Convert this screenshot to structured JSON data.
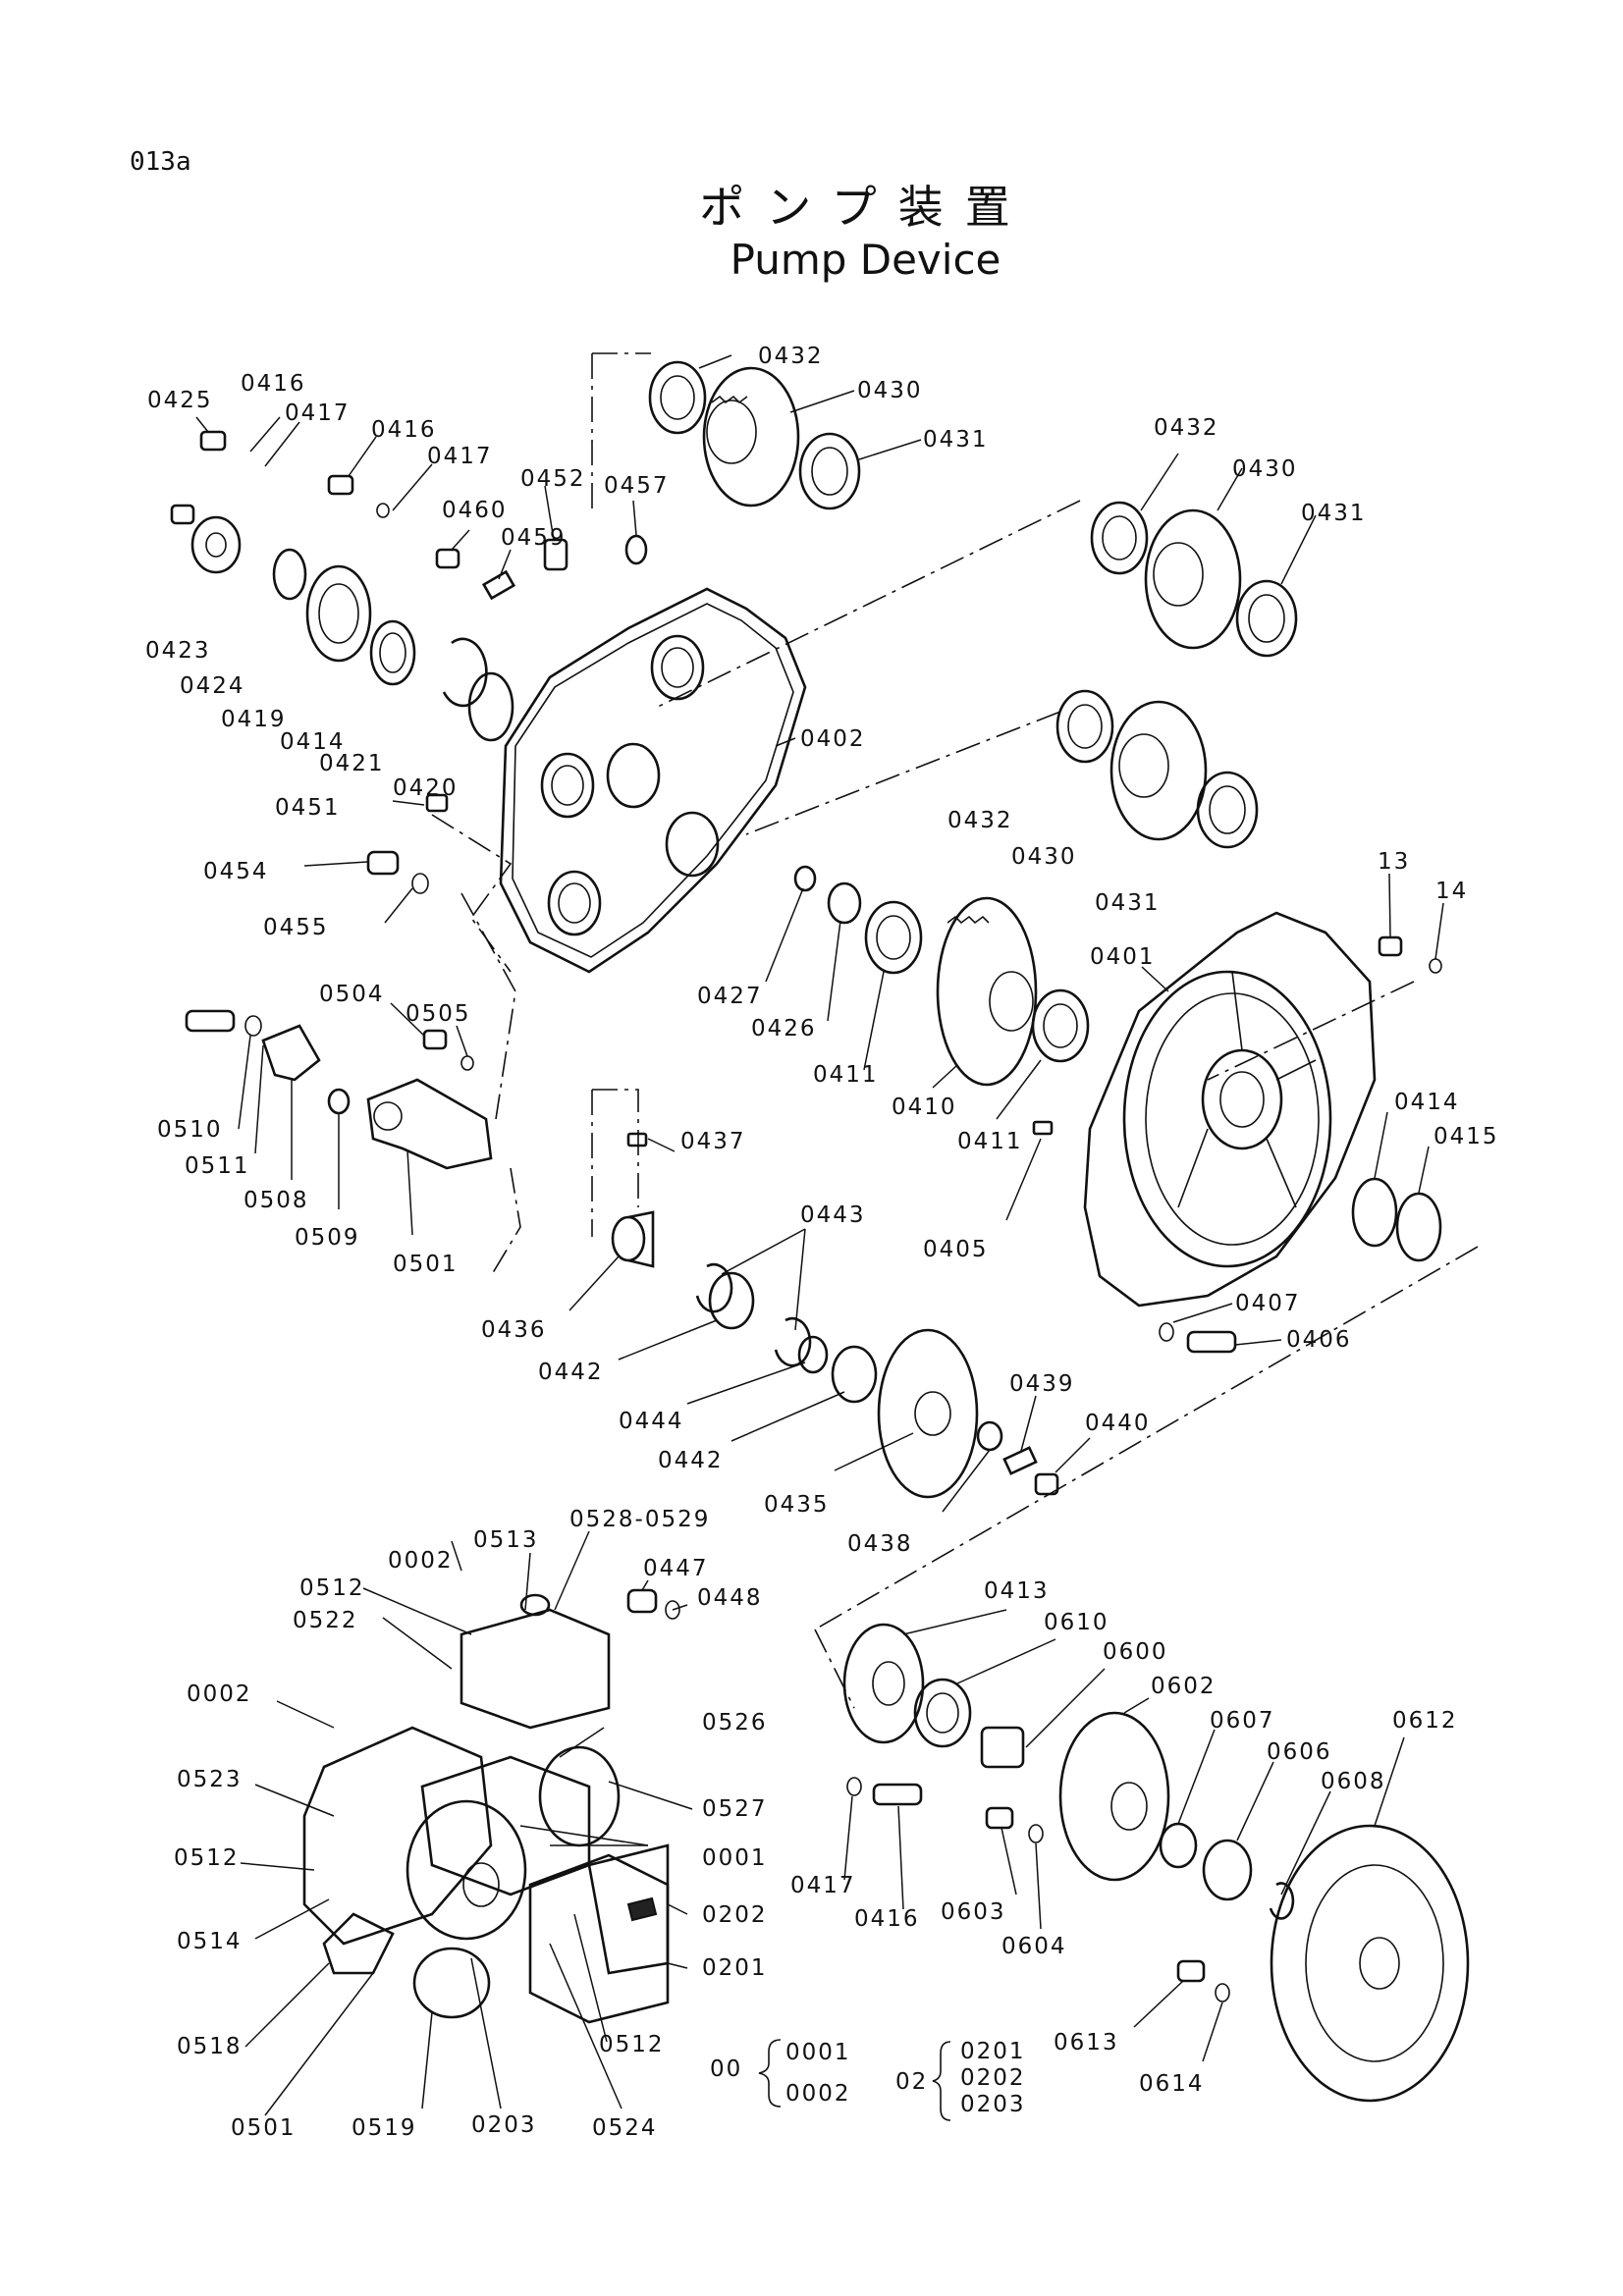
{
  "page_code": "013a",
  "title_ja": "ポンプ装置",
  "title_en": "Pump Device",
  "labels": {
    "p0432a": "0432",
    "p0430a": "0430",
    "p0431a": "0431",
    "p0432b": "0432",
    "p0430b": "0430",
    "p0431b": "0431",
    "p0432c": "0432",
    "p0430c": "0430",
    "p0431c": "0431",
    "p0425": "0425",
    "p0416a": "0416",
    "p0417a": "0417",
    "p0416b": "0416",
    "p0417b": "0417",
    "p0452": "0452",
    "p0457": "0457",
    "p0460": "0460",
    "p0459": "0459",
    "p0423": "0423",
    "p0424": "0424",
    "p0419": "0419",
    "p0414a": "0414",
    "p0421": "0421",
    "p0420": "0420",
    "p0402": "0402",
    "p0451": "0451",
    "p0454": "0454",
    "p0455": "0455",
    "p0427": "0427",
    "p0426": "0426",
    "p0411a": "0411",
    "p0410": "0410",
    "p0411b": "0411",
    "p13": "13",
    "p14": "14",
    "p0401": "0401",
    "p0414b": "0414",
    "p0415": "0415",
    "p0504": "0504",
    "p0505": "0505",
    "p0510": "0510",
    "p0511": "0511",
    "p0508": "0508",
    "p0509": "0509",
    "p0501a": "0501",
    "p0437": "0437",
    "p0443": "0443",
    "p0405": "0405",
    "p0436": "0436",
    "p0442a": "0442",
    "p0444": "0444",
    "p0442b": "0442",
    "p0407": "0407",
    "p0406": "0406",
    "p0439": "0439",
    "p0440": "0440",
    "p0435": "0435",
    "p0438": "0438",
    "p0513": "0513",
    "p0528": "0528-0529",
    "p0002a": "0002",
    "p0512a": "0512",
    "p0522": "0522",
    "p0447": "0447",
    "p0448": "0448",
    "p0002b": "0002",
    "p0526": "0526",
    "p0523": "0523",
    "p0527": "0527",
    "p0001": "0001",
    "p0512b": "0512",
    "p0202": "0202",
    "p0514": "0514",
    "p0201": "0201",
    "p0518": "0518",
    "p0512c": "0512",
    "p0501b": "0501",
    "p0519": "0519",
    "p0203": "0203",
    "p0524": "0524",
    "p0413": "0413",
    "p0610": "0610",
    "p0600": "0600",
    "p0602": "0602",
    "p0607": "0607",
    "p0606": "0606",
    "p0612": "0612",
    "p0608": "0608",
    "p0417c": "0417",
    "p0416c": "0416",
    "p0603": "0603",
    "p0604": "0604",
    "p0613": "0613",
    "p0614": "0614"
  },
  "groups": {
    "g00": {
      "key": "00",
      "items": [
        "0001",
        "0002"
      ]
    },
    "g02": {
      "key": "02",
      "items": [
        "0201",
        "0202",
        "0203"
      ]
    }
  }
}
